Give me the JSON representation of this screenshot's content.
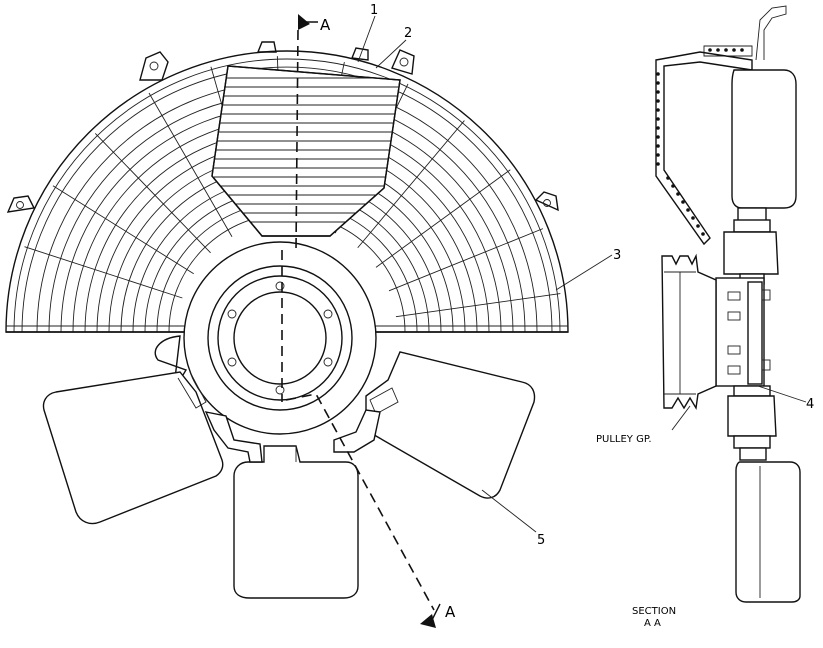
{
  "callouts": {
    "c1": "1",
    "c2": "2",
    "c3": "3",
    "c4": "4",
    "c5": "5"
  },
  "section_marks": {
    "top": "A",
    "bottom": "A"
  },
  "labels": {
    "pulley": "PULLEY GP.",
    "section_line1": "SECTION",
    "section_line2": "A A"
  },
  "colors": {
    "ink": "#111111",
    "paper": "#ffffff"
  }
}
